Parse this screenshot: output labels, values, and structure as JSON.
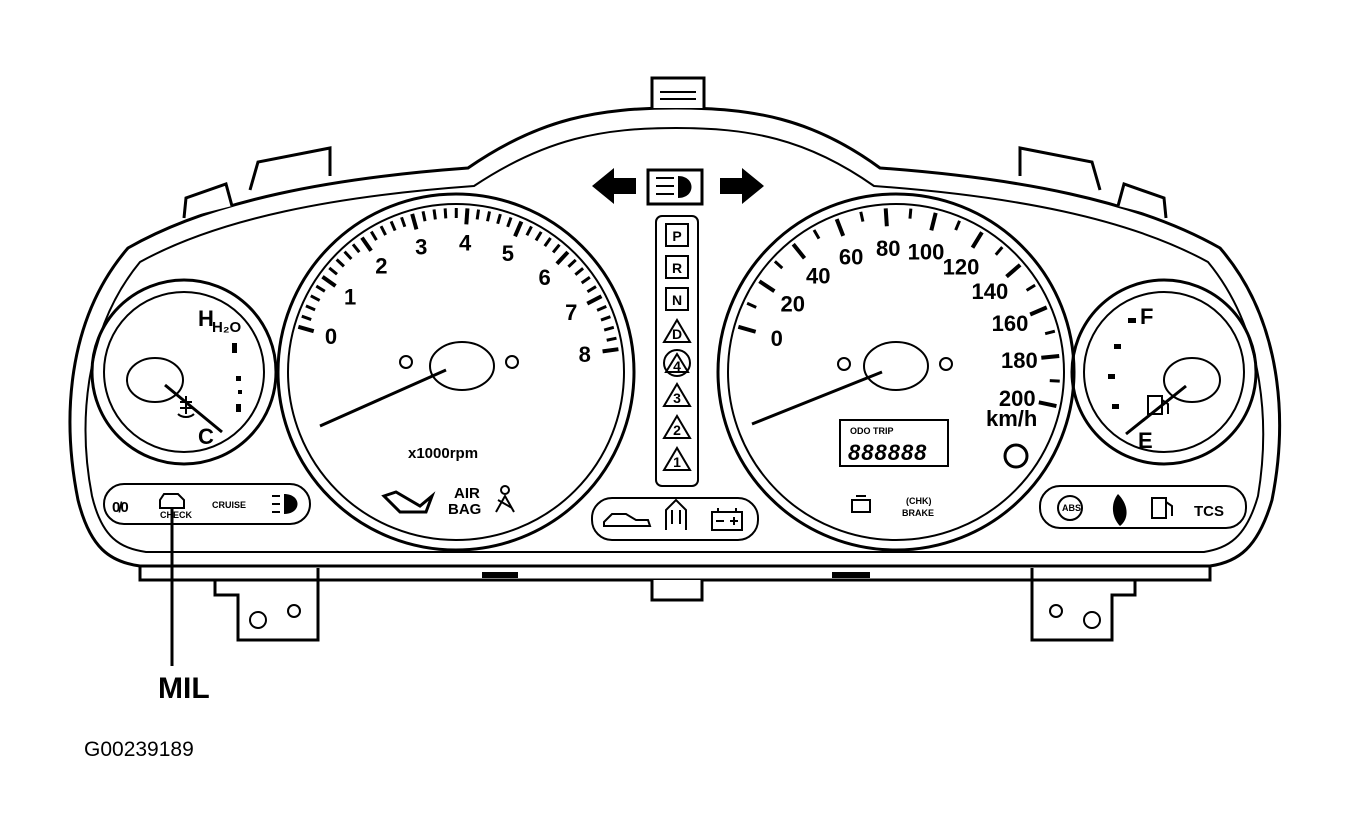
{
  "callout": {
    "mil": "MIL"
  },
  "figure_id": "G00239189",
  "tachometer": {
    "scale": [
      "0",
      "1",
      "2",
      "3",
      "4",
      "5",
      "6",
      "7",
      "8"
    ],
    "unit": "x1000rpm",
    "airbag_line1": "AIR",
    "airbag_line2": "BAG"
  },
  "speedometer": {
    "scale": [
      "0",
      "20",
      "40",
      "60",
      "80",
      "100",
      "120",
      "140",
      "160",
      "180",
      "200"
    ],
    "unit": "km/h",
    "odo_label": "ODO TRIP",
    "odo_display": "888888",
    "brake_line1": "(CHK)",
    "brake_line2": "BRAKE"
  },
  "temp_gauge": {
    "hot": "H",
    "h2o": "H₂O",
    "cold": "C"
  },
  "fuel_gauge": {
    "full": "F",
    "empty": "E"
  },
  "gear_indicator": [
    "P",
    "R",
    "N",
    "D",
    "4",
    "3",
    "2",
    "1"
  ],
  "left_warning_strip": {
    "cruise": "CRUISE",
    "check": "CHECK"
  },
  "right_warning_strip": {
    "abs": "ABS",
    "tcs": "TCS"
  },
  "icons": [
    "turn-left-arrow-icon",
    "high-beam-icon",
    "turn-right-arrow-icon",
    "oil-can-icon",
    "seatbelt-icon",
    "trunk-open-icon",
    "door-open-icon",
    "battery-icon",
    "check-engine-icon",
    "abs-icon",
    "fuel-pump-icon"
  ]
}
